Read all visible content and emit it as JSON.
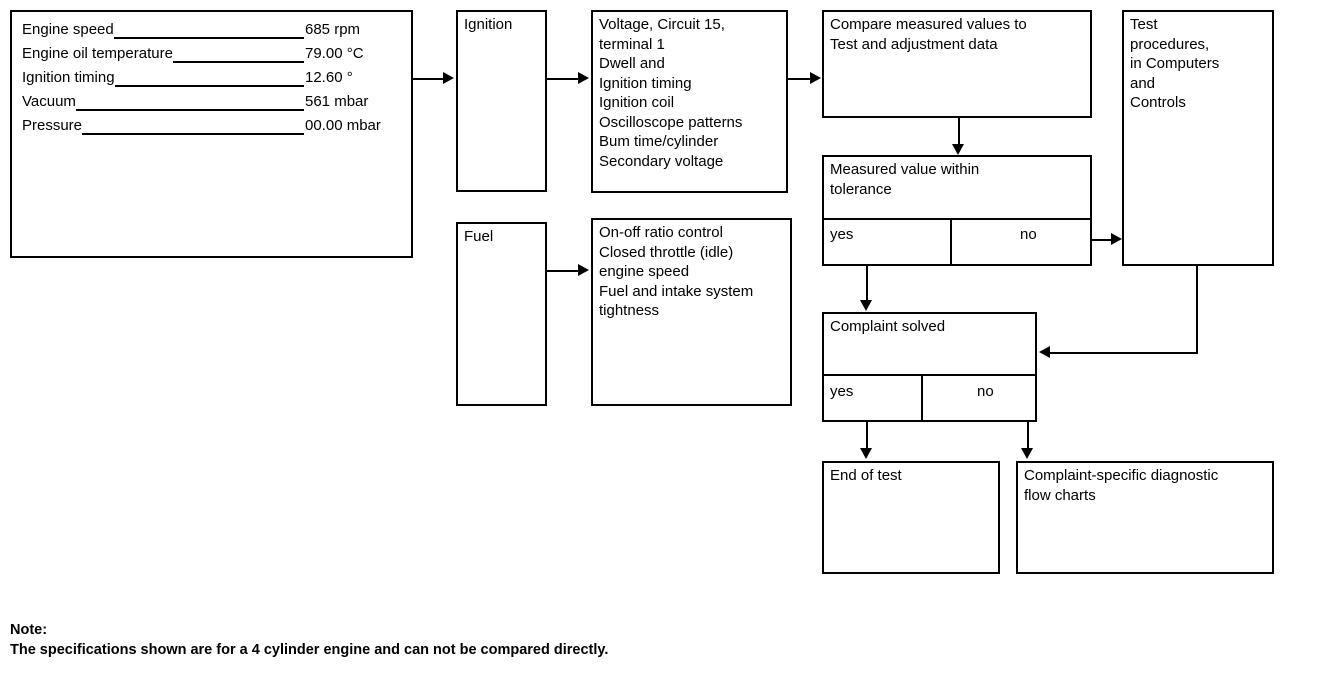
{
  "measurements": {
    "rows": [
      {
        "label": "Engine speed",
        "value": "685 rpm"
      },
      {
        "label": "Engine oil temperature",
        "value": "79.00 °C"
      },
      {
        "label": "Ignition timing",
        "value": "12.60 °"
      },
      {
        "label": "Vacuum",
        "value": "561 mbar"
      },
      {
        "label": "Pressure",
        "value": "00.00 mbar"
      }
    ]
  },
  "categories": {
    "ignition": "Ignition",
    "fuel": "Fuel"
  },
  "details": {
    "ignition": "Voltage, Circuit 15,\nterminal 1\nDwell and\nIgnition timing\nIgnition coil\nOscilloscope patterns\nBum time/cylinder\nSecondary voltage",
    "fuel": "On-off ratio control\nClosed throttle (idle)\nengine speed\nFuel and intake system\ntightness"
  },
  "process": {
    "compare": "Compare measured values to\nTest and adjustment data",
    "test_procedures": "Test\nprocedures,\nin Computers\nand\nControls",
    "end_of_test": "End of test",
    "diagnostic_flow_charts": "Complaint-specific diagnostic\nflow charts"
  },
  "decisions": {
    "tolerance": {
      "question": "Measured value within\ntolerance",
      "yes": "yes",
      "no": "no"
    },
    "complaint": {
      "question": "Complaint solved",
      "yes": "yes",
      "no": "no"
    }
  },
  "note": {
    "title": "Note:",
    "body": "The specifications shown are for a 4 cylinder engine and can not be compared directly."
  },
  "colors": {
    "line": "#000000",
    "background": "#ffffff"
  }
}
